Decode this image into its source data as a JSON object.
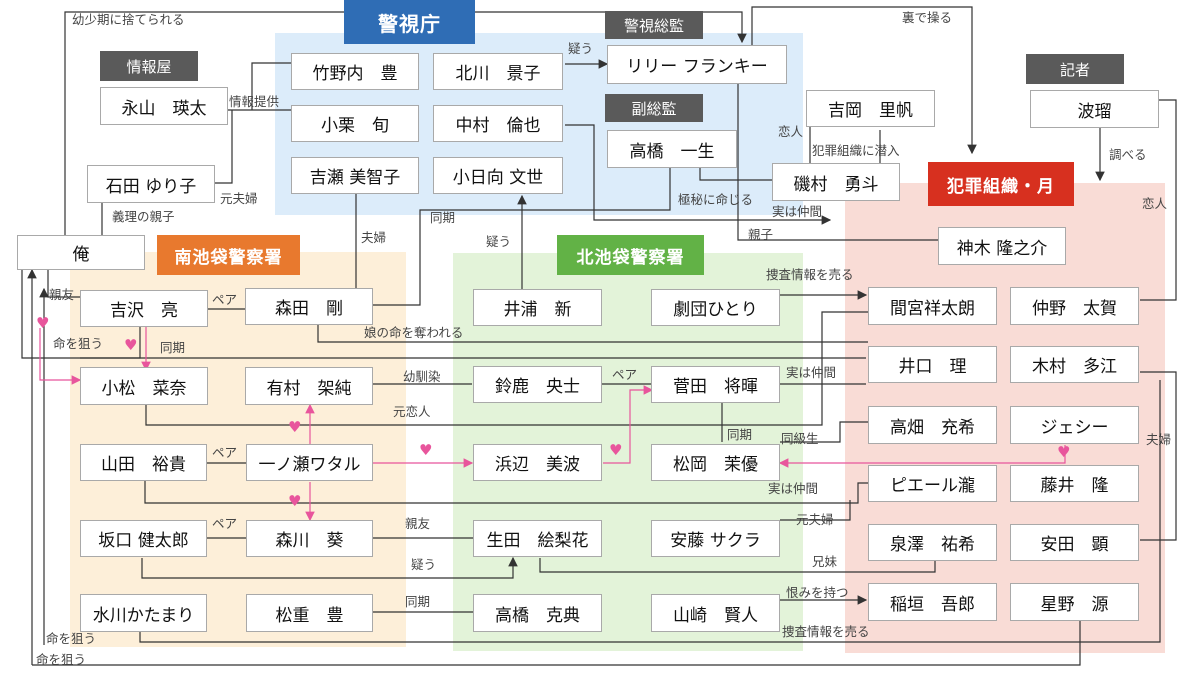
{
  "organizations": {
    "police_hq": "警視庁",
    "minami": "南池袋警察署",
    "kita": "北池袋警察署",
    "crime": "犯罪組織・月"
  },
  "categories": {
    "superintendent": "警視総監",
    "deputy": "副総監",
    "informant": "情報屋",
    "reporter": "記者"
  },
  "people": {
    "takenouchi": "竹野内　豊",
    "kitagawa": "北川　景子",
    "oguri": "小栗　旬",
    "nakamura": "中村　倫也",
    "yoshise": "吉瀬 美智子",
    "kohinata": "小日向 文世",
    "lily": "リリー フランキー",
    "takahashi_i": "高橋　一生",
    "nagayama": "永山　瑛太",
    "ishida": "石田 ゆり子",
    "ore": "俺",
    "yoshioka": "吉岡　里帆",
    "isomura": "磯村　勇斗",
    "kamiki": "神木 隆之介",
    "hatori": "波瑠",
    "yoshizawa": "吉沢　亮",
    "morita": "森田　剛",
    "komatsu": "小松　菜奈",
    "arimura": "有村　架純",
    "yamada": "山田　裕貴",
    "ichinose": "一ノ瀬ワタル",
    "sakaguchi": "坂口 健太郎",
    "morikawa": "森川　葵",
    "mizukawa": "水川かたまり",
    "matsushige": "松重　豊",
    "iura": "井浦　新",
    "gekidan": "劇団ひとり",
    "suzuka": "鈴鹿　央士",
    "suda": "菅田　将暉",
    "hamabe": "浜辺　美波",
    "matsuoka": "松岡　茉優",
    "ikuta": "生田　絵梨花",
    "ando": "安藤 サクラ",
    "takahashi_k": "高橋　克典",
    "yamazaki": "山崎　賢人",
    "mamiya": "間宮祥太朗",
    "nakano": "仲野　太賀",
    "iguchi": "井口　理",
    "kimura": "木村　多江",
    "takahata": "高畑　充希",
    "jessie": "ジェシー",
    "pierre": "ピエール瀧",
    "fujii": "藤井　隆",
    "izumisawa": "泉澤　祐希",
    "yasuda": "安田　顕",
    "inagaki": "稲垣　吾郎",
    "hoshino": "星野　源"
  },
  "relations": {
    "abandoned": "幼少期に捨てられる",
    "behind_scenes": "裏で操る",
    "info_provide": "情報提供",
    "suspect1": "疑う",
    "ex_couple1": "元夫婦",
    "lover1": "恋人",
    "infiltrate": "犯罪組織に潜入",
    "investigate": "調べる",
    "step_parent": "義理の親子",
    "secret_order": "極秘に命じる",
    "lover2": "恋人",
    "husband_wife1": "夫婦",
    "colleague1": "同期",
    "really_partner1": "実は仲間",
    "parent_child": "親子",
    "suspect2": "疑う",
    "best_friend1": "親友",
    "sell_info1": "捜査情報を売る",
    "pair1": "ペア",
    "aim_life1": "命を狙う",
    "colleague2": "同期",
    "take_daughter": "娘の命を奪われる",
    "childhood": "幼馴染",
    "pair2": "ペア",
    "really_partner2": "実は仲間",
    "ex_lover": "元恋人",
    "colleague3": "同期",
    "classmate": "同級生",
    "husband_wife2": "夫婦",
    "pair3": "ペア",
    "really_partner3": "実は仲間",
    "best_friend2": "親友",
    "ex_couple2": "元夫婦",
    "pair4": "ペア",
    "suspect3": "疑う",
    "siblings": "兄妹",
    "colleague4": "同期",
    "grudge": "恨みを持つ",
    "aim_life2": "命を狙う",
    "sell_info2": "捜査情報を売る",
    "aim_life3": "命を狙う"
  },
  "colors": {
    "hq_bg": "#dcecfa",
    "hq_header": "#2f6db5",
    "minami_bg": "#fdefd9",
    "minami_header": "#e8792e",
    "kita_bg": "#e3f3d9",
    "kita_header": "#62b246",
    "crime_bg": "#f9dcd6",
    "crime_header": "#d7301f",
    "love_line": "#e8559c"
  }
}
